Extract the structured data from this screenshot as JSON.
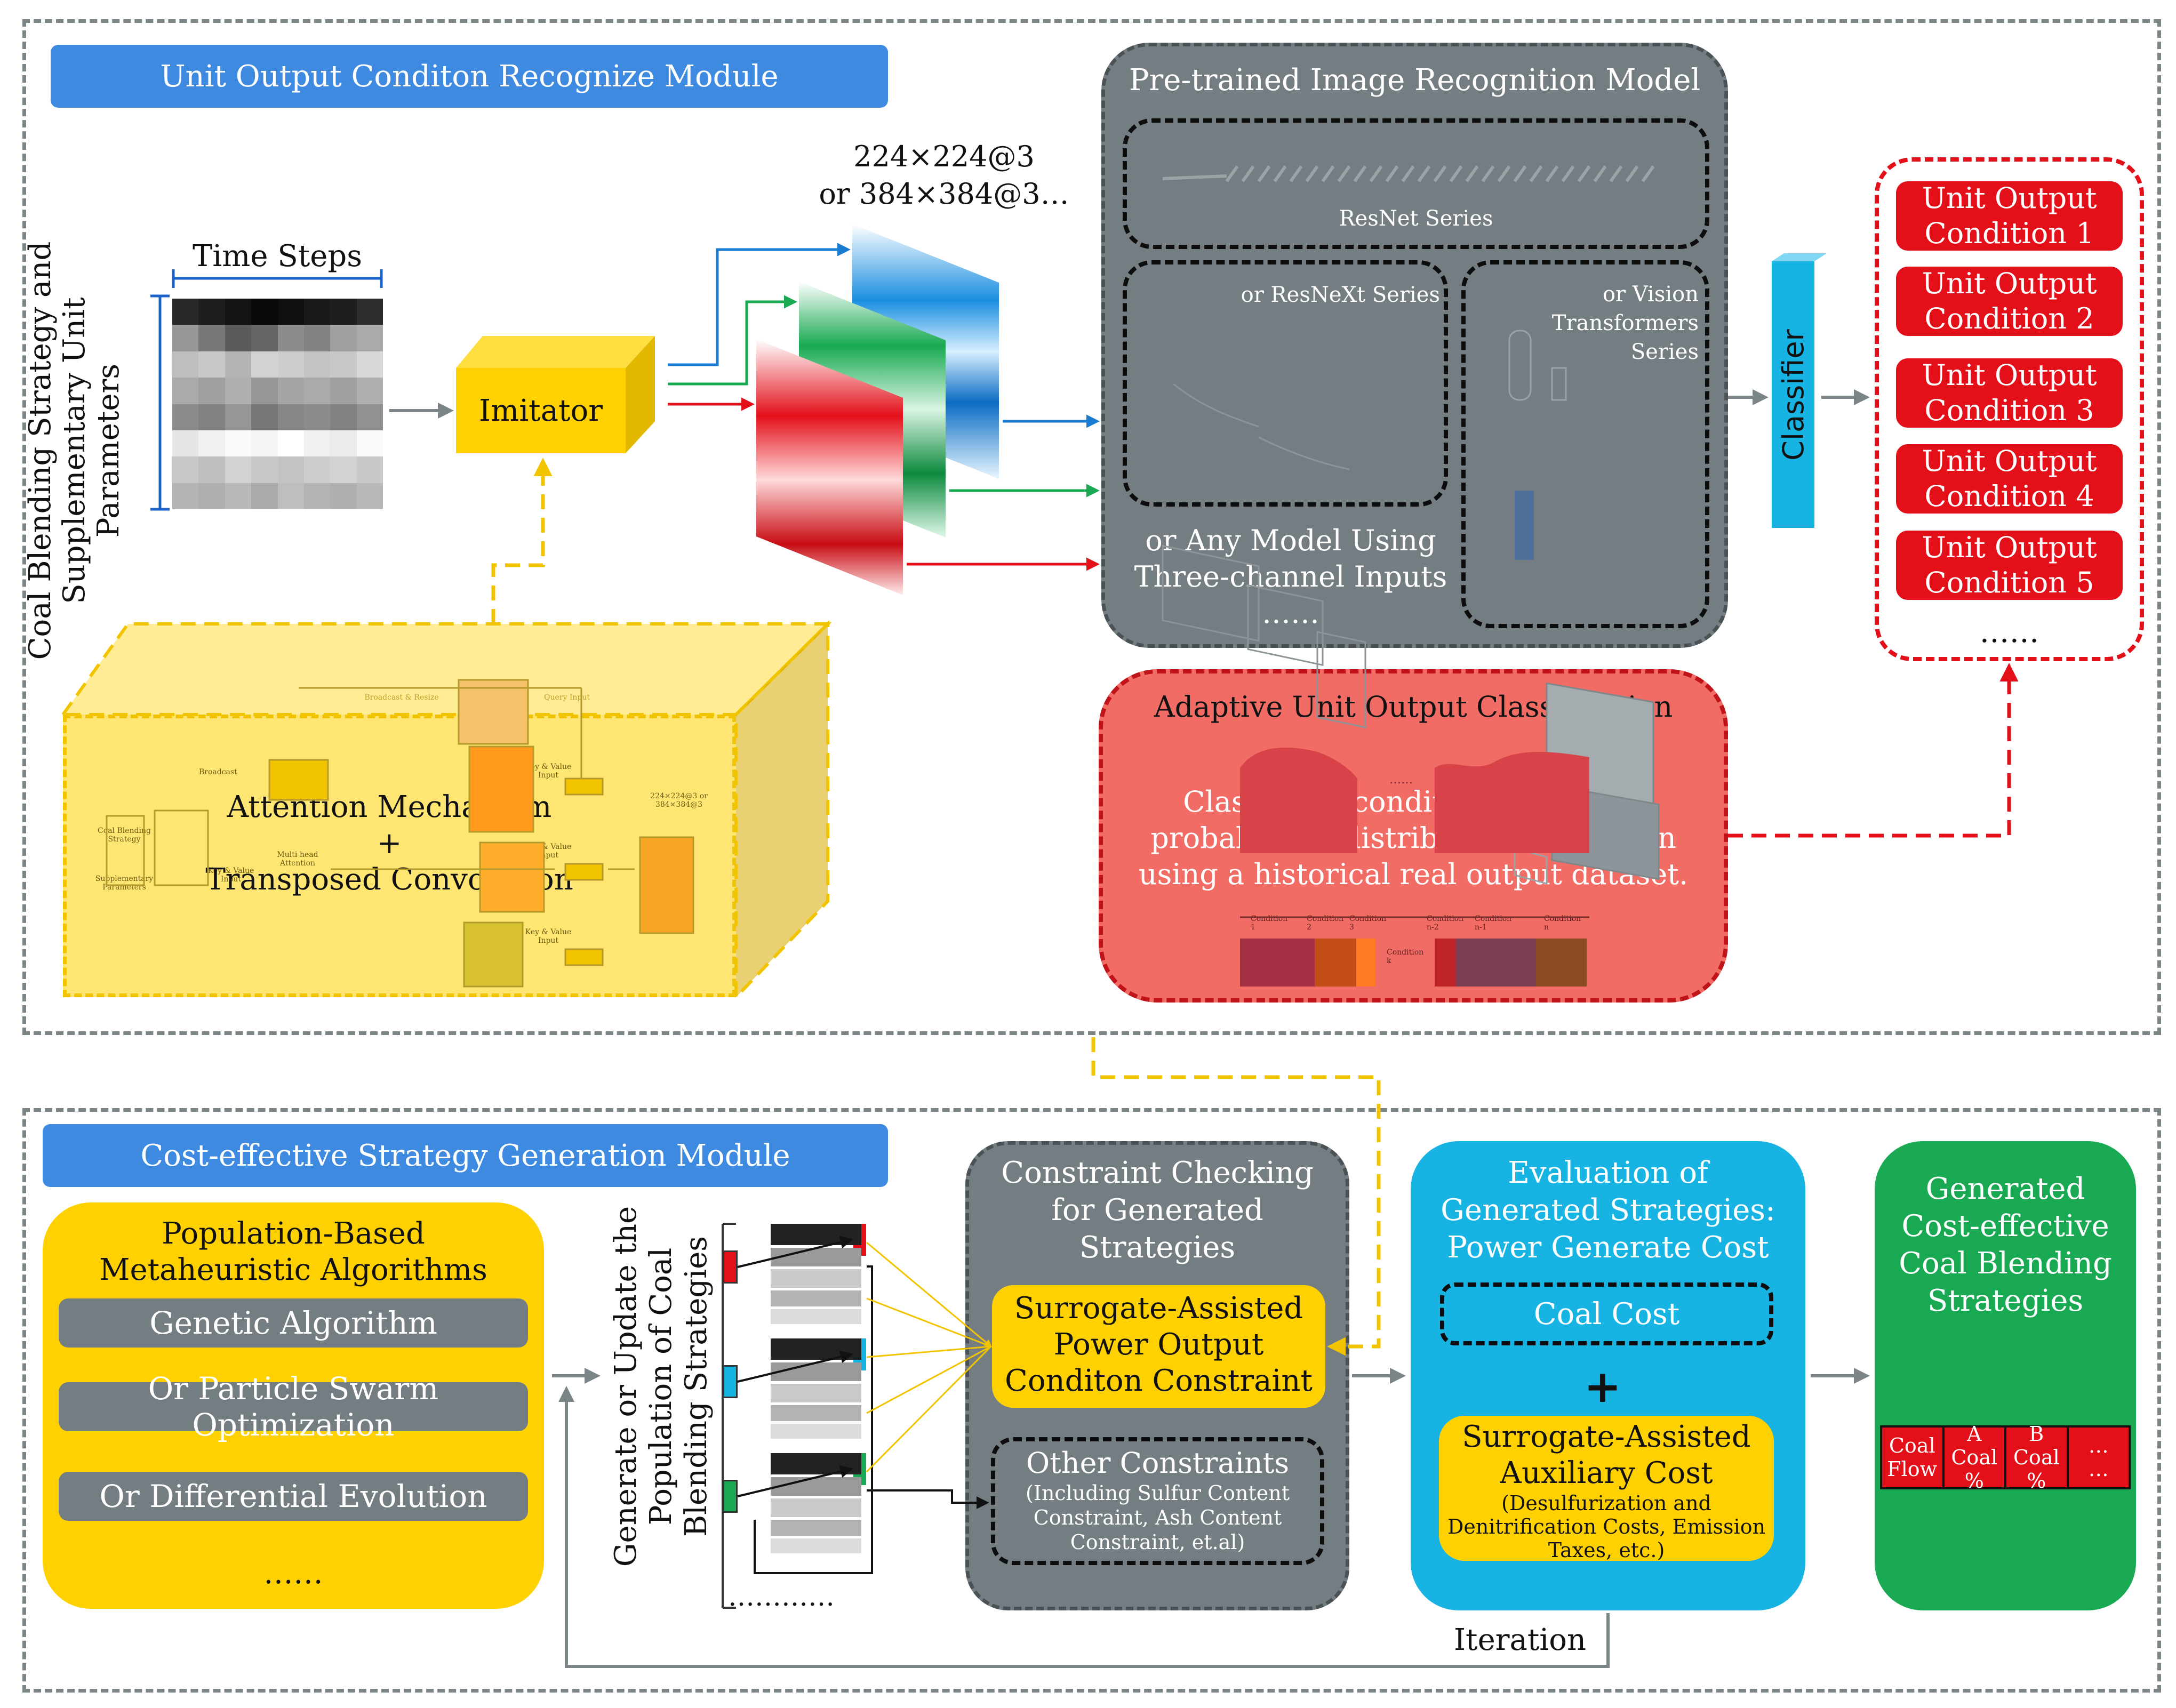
{
  "top_module": {
    "title": "Unit Output Conditon Recognize Module",
    "input_axis_label": "Time Steps",
    "input_vertical_label": "Coal Blending Strategy and Supplementary Unit Parameters",
    "imitator_label": "Imitator",
    "image_size_line1": "224×224@3",
    "image_size_line2": "or 384×384@3…",
    "attention_line1": "Attention Mechanism",
    "attention_plus": "+",
    "attention_line2": "Transposed Convolution",
    "attention_mini": {
      "broadcast_resize": "Broadcast & Resize",
      "query_input": "Query Input",
      "broadcast": "Broadcast",
      "coal_blending": "Coal Blending Strategy",
      "supplementary": "Supplementary Parameters",
      "key_value_1": "Key & Value Input",
      "key_value_2": "Key & Value Input",
      "key_value_3": "Key & Value Input",
      "key_value_4": "Key & Value Input",
      "multi_head": "Multi-head Attention",
      "attention_1": "Attention",
      "attention_2": "Attention",
      "attention_3": "Attention",
      "size_note": "224×224@3 or 384×384@3"
    },
    "pretrained": {
      "title": "Pre-trained Image Recognition Model",
      "resnet": "ResNet Series",
      "resnext": "or ResNeXt Series",
      "vit_line1": "or Vision",
      "vit_line2": "Transformers",
      "vit_line3": "Series",
      "any_model_line1": "or Any Model Using",
      "any_model_line2": "Three-channel Inputs",
      "ellipsis": "……"
    },
    "classifier_label": "Classifier",
    "conditions": [
      "Unit Output Condition 1",
      "Unit Output Condition 2",
      "Unit Output Condition 3",
      "Unit Output Condition 4",
      "Unit Output Condition 5"
    ],
    "conditions_more": "……",
    "adaptive": {
      "title": "Adaptive Unit Output Classification",
      "line1": "Classifying conditions based on",
      "line2": "probabilistic distribution estimation",
      "line3": "using a historical real output dataset.",
      "mini_labels": [
        "Condition 1",
        "Condition 2",
        "Condition 3",
        "Condition n-2",
        "Condition n-1",
        "Condition n"
      ],
      "mini_condition_k": "Condition k",
      "mini_ellipsis": "……"
    }
  },
  "bottom_module": {
    "title": "Cost-effective Strategy Generation Module",
    "population_title_line1": "Population-Based",
    "population_title_line2": "Metaheuristic Algorithms",
    "algorithms": [
      "Genetic Algorithm",
      "Or Particle Swarm Optimization",
      "Or Differential Evolution"
    ],
    "algorithms_more": "……",
    "generate_line1": "Generate or Update the",
    "generate_line2": "Population of Coal",
    "generate_line3": "Blending Strategies",
    "strategies_more": "…………",
    "constraint": {
      "title_line1": "Constraint Checking",
      "title_line2": "for Generated",
      "title_line3": "Strategies",
      "surrogate_line1": "Surrogate-Assisted",
      "surrogate_line2": "Power Output",
      "surrogate_line3": "Conditon Constraint",
      "other_title": "Other Constraints",
      "other_line1": "(Including Sulfur Content",
      "other_line2": "Constraint, Ash Content",
      "other_line3": "Constraint, et.al)"
    },
    "evaluation": {
      "title_line1": "Evaluation of",
      "title_line2": "Generated Strategies:",
      "title_line3": "Power Generate Cost",
      "coal_cost": "Coal Cost",
      "plus": "+",
      "aux_line1": "Surrogate-Assisted",
      "aux_line2": "Auxiliary Cost",
      "aux_note1": "(Desulfurization and",
      "aux_note2": "Denitrification Costs, Emission",
      "aux_note3": "Taxes, etc.)"
    },
    "iteration_label": "Iteration",
    "generated": {
      "title_line1": "Generated",
      "title_line2": "Cost-effective",
      "title_line3": "Coal Blending",
      "title_line4": "Strategies",
      "table": [
        [
          "Coal",
          "Flow"
        ],
        [
          "A Coal",
          "%"
        ],
        [
          "B Coal",
          "%"
        ],
        [
          "…",
          "…"
        ]
      ]
    }
  },
  "colors": {
    "banner_blue": "#3d8ae0",
    "gray_box": "#747d82",
    "condition_red": "#e3101a",
    "adaptive_red": "#f26c66",
    "yellow": "#ffd100",
    "cyan": "#16b3e3",
    "green": "#18a952"
  }
}
